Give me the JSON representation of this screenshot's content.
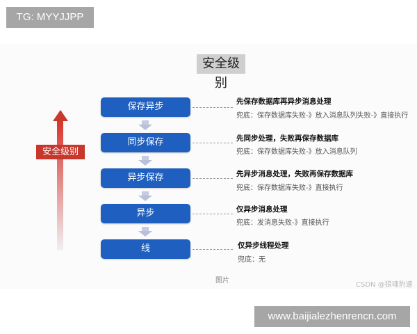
{
  "tg_label": "TG: MYYJJPP",
  "title": "安全级别",
  "level_label": "安全级别",
  "levels": [
    {
      "name": "保存异步",
      "heading": "先保存数据库再异步消息处理",
      "fallback": "兜底：保存数据库失败-》放入消息队列失败-》直接执行"
    },
    {
      "name": "同步保存",
      "heading": "先同步处理，失败再保存数据库",
      "fallback": "兜底：保存数据库失败-》放入消息队列"
    },
    {
      "name": "异步保存",
      "heading": "先异步消息处理，失败再保存数据库",
      "fallback": "兜底：保存数据库失败-》直接执行"
    },
    {
      "name": "异步",
      "heading": "仅异步消息处理",
      "fallback": "兜底：发消息失败-》直接执行"
    },
    {
      "name": "线",
      "heading": "仅异步线程处理",
      "fallback": "兜底：无"
    }
  ],
  "caption": "图片",
  "csdn": "CSDN @狼魂豹速",
  "watermark": "www.baijialezhenrencn.com",
  "colors": {
    "box": "#1e5fbf",
    "arrow": "#c8372c"
  }
}
